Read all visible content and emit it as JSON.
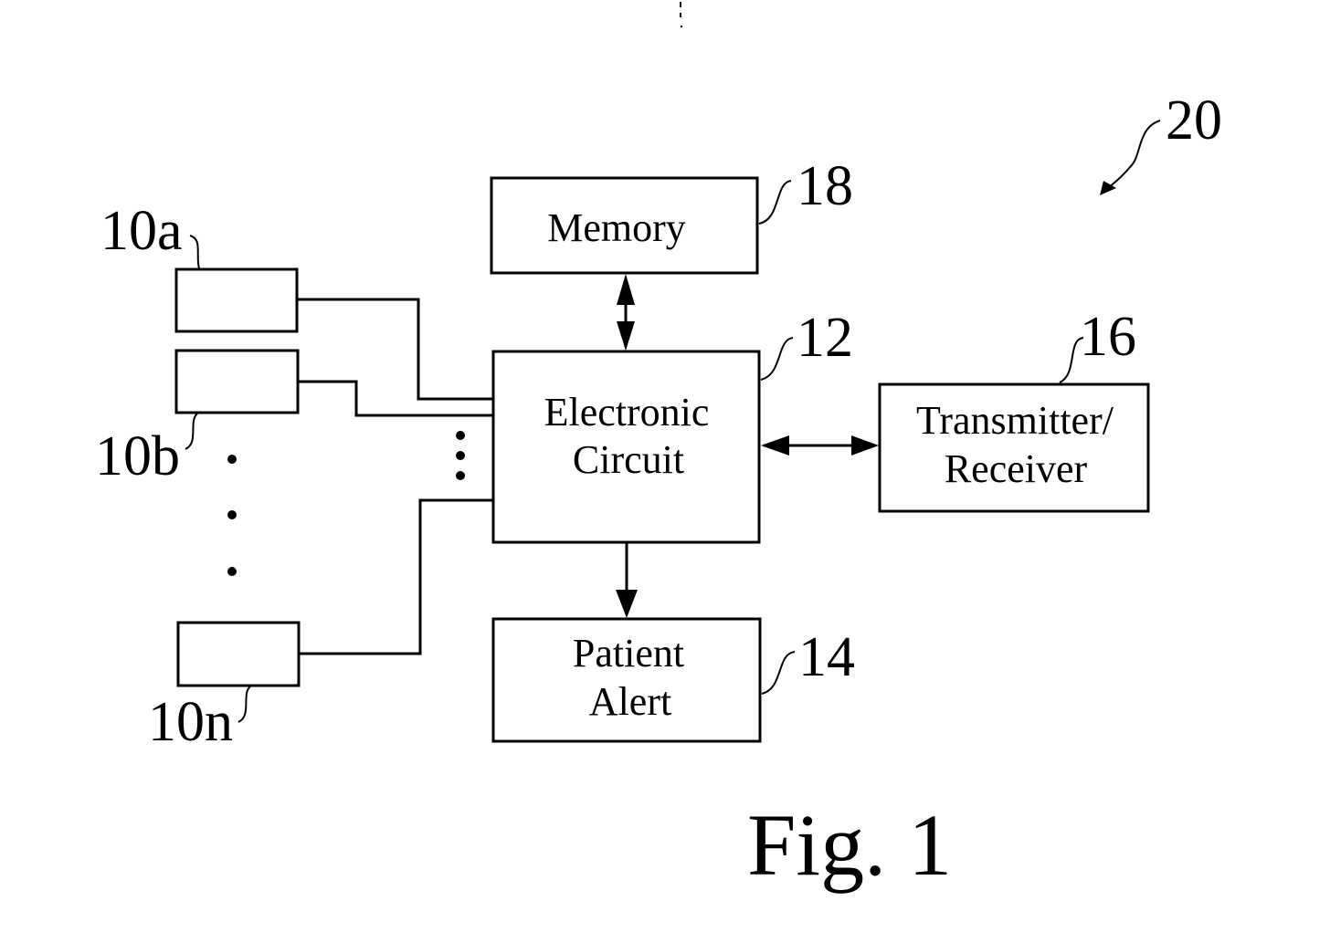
{
  "figure": {
    "caption": "Fig. 1",
    "system_ref": "20"
  },
  "blocks": {
    "memory": {
      "label": "Memory",
      "ref": "18"
    },
    "circuit": {
      "line1": "Electronic",
      "line2": "Circuit",
      "ref": "12"
    },
    "transceiver": {
      "line1": "Transmitter/",
      "line2": "Receiver",
      "ref": "16"
    },
    "alert": {
      "line1": "Patient",
      "line2": "Alert",
      "ref": "14"
    }
  },
  "sensors": [
    {
      "ref": "10a"
    },
    {
      "ref": "10b"
    },
    {
      "ref": "10n"
    }
  ],
  "connections": [
    {
      "from": "memory",
      "to": "circuit",
      "direction": "bidirectional"
    },
    {
      "from": "circuit",
      "to": "transceiver",
      "direction": "bidirectional"
    },
    {
      "from": "circuit",
      "to": "alert",
      "direction": "one-way"
    },
    {
      "from": "10a",
      "to": "circuit",
      "direction": "wire"
    },
    {
      "from": "10b",
      "to": "circuit",
      "direction": "wire"
    },
    {
      "from": "10n",
      "to": "circuit",
      "direction": "wire"
    }
  ]
}
